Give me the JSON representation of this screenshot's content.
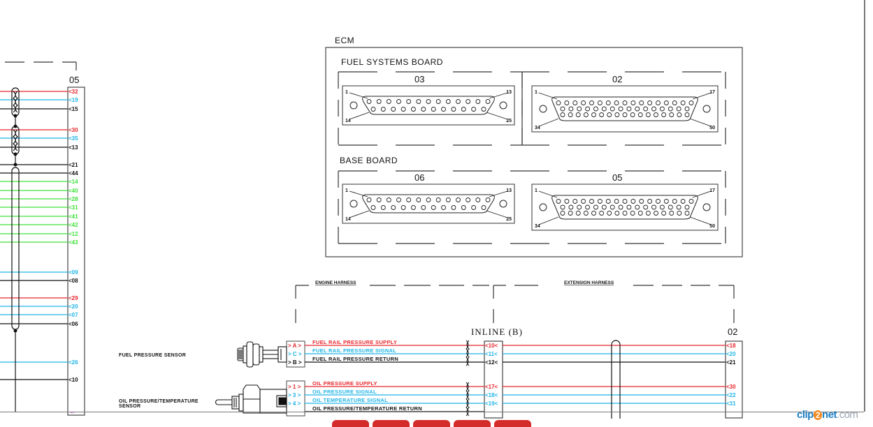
{
  "colors": {
    "red": "#e8262c",
    "blue": "#1fb4e6",
    "black": "#111111",
    "green": "#3fe23a",
    "magenta": "#d020d0",
    "button_red": "#d42b2b"
  },
  "left_connector": {
    "label": "05",
    "pins": [
      {
        "label": "<32",
        "color": "red"
      },
      {
        "label": "<19",
        "color": "blue"
      },
      {
        "label": "<15",
        "color": "black"
      },
      {
        "label": "<30",
        "color": "red"
      },
      {
        "label": "<35",
        "color": "blue"
      },
      {
        "label": "<13",
        "color": "black"
      },
      {
        "label": "<21",
        "color": "black"
      },
      {
        "label": "<44",
        "color": "black"
      },
      {
        "label": "<14",
        "color": "green"
      },
      {
        "label": "<40",
        "color": "green"
      },
      {
        "label": "<28",
        "color": "green"
      },
      {
        "label": "<31",
        "color": "green"
      },
      {
        "label": "<41",
        "color": "green"
      },
      {
        "label": "<42",
        "color": "green"
      },
      {
        "label": "<12",
        "color": "green"
      },
      {
        "label": "<43",
        "color": "green"
      },
      {
        "label": "<09",
        "color": "blue"
      },
      {
        "label": "<08",
        "color": "black"
      },
      {
        "label": "<29",
        "color": "red"
      },
      {
        "label": "<20",
        "color": "blue"
      },
      {
        "label": "<07",
        "color": "blue"
      },
      {
        "label": "<06",
        "color": "black"
      },
      {
        "label": "<26",
        "color": "blue"
      },
      {
        "label": "<10",
        "color": "black"
      }
    ]
  },
  "ecm": {
    "title": "ECM",
    "fuel_systems_board": {
      "label": "FUEL SYSTEMS BOARD",
      "connectors": [
        {
          "id": "03",
          "type": "25-pin",
          "pin_labels": [
            "1",
            "13",
            "14",
            "25"
          ]
        },
        {
          "id": "02",
          "type": "50-pin",
          "pin_labels": [
            "1",
            "17",
            "34",
            "50"
          ]
        }
      ]
    },
    "base_board": {
      "label": "BASE BOARD",
      "connectors": [
        {
          "id": "06",
          "type": "25-pin",
          "pin_labels": [
            "1",
            "13",
            "14",
            "25"
          ]
        },
        {
          "id": "05",
          "type": "50-pin",
          "pin_labels": [
            "1",
            "17",
            "34",
            "50"
          ]
        }
      ]
    }
  },
  "harness": {
    "engine_harness": "ENGINE HARNESS",
    "extension_harness": "EXTENSION HARNESS",
    "inline_label": "INLINE (B)",
    "right_connector_label": "02"
  },
  "sensors": [
    {
      "name": "FUEL PRESSURE SENSOR",
      "wires": [
        {
          "pin": "> A >",
          "label": "FUEL RAIL PRESSURE SUPPLY",
          "color": "red",
          "inline": "<10<",
          "ecm": "<18"
        },
        {
          "pin": "> C >",
          "label": "FUEL RAIL PRESSURE SIGNAL",
          "color": "blue",
          "inline": "<11<",
          "ecm": "<20"
        },
        {
          "pin": "> B >",
          "label": "FUEL RAIL PRESSURE RETURN",
          "color": "black",
          "inline": "<12<",
          "ecm": "<21"
        }
      ]
    },
    {
      "name_line1": "OIL PRESSURE/TEMPERATURE",
      "name_line2": "SENSOR",
      "wires": [
        {
          "pin": "> 1 >",
          "label": "OIL PRESSURE SUPPLY",
          "color": "red",
          "inline": "<17<",
          "ecm": "<30"
        },
        {
          "pin": "> 3 >",
          "label": "OIL PRESSURE SIGNAL",
          "color": "blue",
          "inline": "<18<",
          "ecm": "<22"
        },
        {
          "pin": "> 4 >",
          "label": "OIL TEMPERATURE SIGNAL",
          "color": "blue",
          "inline": "<19<",
          "ecm": "<31"
        },
        {
          "pin": "",
          "label": "OIL PRESSURE/TEMPERATURE RETURN",
          "color": "black",
          "inline": "",
          "ecm": ""
        }
      ]
    }
  ],
  "watermark": {
    "part1": "clip",
    "part2": "2",
    "part3": "net",
    "part4": ".com"
  },
  "bottom_buttons": [
    "",
    "",
    "",
    "",
    ""
  ]
}
